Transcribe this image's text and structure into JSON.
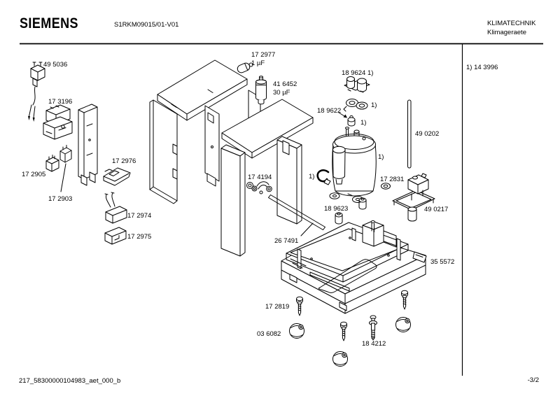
{
  "header": {
    "brand": "SIEMENS",
    "model": "S1RKM09015/01-V01",
    "division": "KLIMATECHNIK",
    "division_sub": "Klimageraete"
  },
  "footnote_ref": "1) 14 3996",
  "footnote_marker": "1)",
  "footer": {
    "document_id": "217_58300000104983_aet_000_b",
    "page": "-3/2"
  },
  "parts": {
    "p49_5036": "49 5036",
    "p17_3196": "17 3196",
    "p17_2905": "17 2905",
    "p17_2903": "17 2903",
    "p17_2976": "17 2976",
    "p17_2974": "17 2974",
    "p17_2975": "17 2975",
    "p17_2977": "17 2977",
    "p17_2977_value": "1 µF",
    "p41_6452": "41 6452",
    "p41_6452_value": "30 µF",
    "p18_9624": "18 9624 1)",
    "p18_9622": "18 9622",
    "p49_0202": "49 0202",
    "p17_2831": "17 2831",
    "p49_0217": "49 0217",
    "p18_9623": "18 9623",
    "p17_4194": "17 4194",
    "p26_7491": "26 7491",
    "p35_5572": "35 5572",
    "p17_2819": "17 2819",
    "p03_6082": "03 6082",
    "p18_4212": "18 4212"
  }
}
